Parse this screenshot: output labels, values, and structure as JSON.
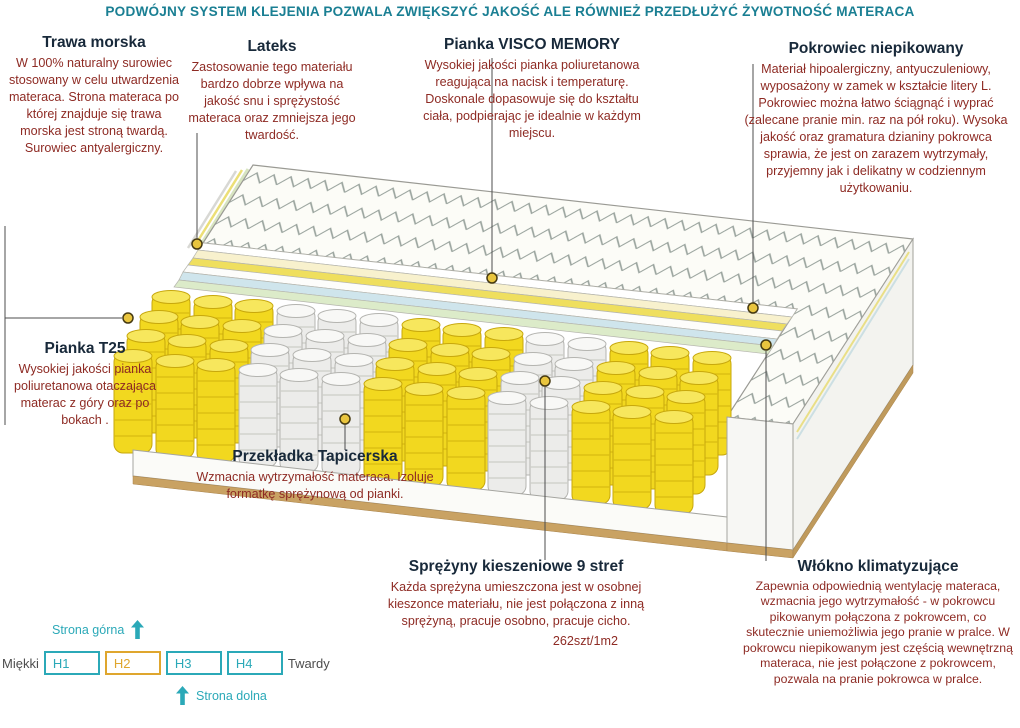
{
  "banner": "PODWÓJNY SYSTEM KLEJENIA POZWALA ZWIĘKSZYĆ JAKOŚĆ ALE RÓWNIEŻ PRZEDŁUŻYĆ ŻYWOTNOŚĆ MATERACA",
  "annotations": {
    "trawa_morska": {
      "title": "Trawa morska",
      "body": "W 100% naturalny surowiec stosowany w celu utwardzenia materaca. Strona materaca po której znajduje się trawa morska jest stroną twardą. Surowiec antyalergiczny."
    },
    "lateks": {
      "title": "Lateks",
      "body": "Zastosowanie tego materiału bardzo dobrze wpływa na jakość snu i sprężystość materaca oraz zmniejsza jego twardość."
    },
    "pianka_visco": {
      "title": "Pianka VISCO MEMORY",
      "body": "Wysokiej jakości pianka poliuretanowa reagująca na nacisk i temperaturę. Doskonale dopasowuje się do kształtu ciała, podpierając je idealnie w każdym miejscu."
    },
    "pokrowiec": {
      "title": "Pokrowiec niepikowany",
      "body": "Materiał hipoalergiczny, antyuczuleniowy, wyposażony w zamek w kształcie litery L. Pokrowiec można łatwo ściągnąć i wyprać (zalecane pranie min.  raz na pół roku). Wysoka jakość oraz gramatura dzianiny pokrowca sprawia, że jest on zarazem wytrzymały, przyjemny jak i delikatny w codziennym użytkowaniu."
    },
    "pianka_t25": {
      "title": "Pianka T25",
      "body": "Wysokiej jakości pianka poliuretanowa otaczająca materac z góry oraz po bokach ."
    },
    "przekladka": {
      "title": "Przekładka Tapicerska",
      "body": "Wzmacnia wytrzymałość materaca. Izoluje formatkę sprężynową od pianki."
    },
    "sprezyny": {
      "title": "Sprężyny kieszeniowe 9 stref",
      "body": "Każda sprężyna umieszczona jest w osobnej kieszonce materiału, nie jest połączona z inną sprężyną, pracuje osobno, pracuje cicho.",
      "note": "262szt/1m2"
    },
    "wlokno": {
      "title": "Włókno klimatyzujące",
      "body": "Zapewnia odpowiednią wentylację materaca, wzmacnia jego wytrzymałość - w pokrowcu pikowanym połączona z pokrowcem, co skutecznie uniemożliwia jego pranie w pralce. W pokrowcu niepikowanym jest częścią wewnętrzną materaca, nie jest połączone z pokrowcem, pozwala na pranie pokrowca w pralce."
    }
  },
  "hardness_scale": {
    "soft_label": "Miękki",
    "hard_label": "Twardy",
    "levels": [
      {
        "label": "H1",
        "color": "#2ba9b8",
        "active": false
      },
      {
        "label": "H2",
        "color": "#dfa62e",
        "active": true
      },
      {
        "label": "H3",
        "color": "#2ba9b8",
        "active": false
      },
      {
        "label": "H4",
        "color": "#2ba9b8",
        "active": false
      }
    ],
    "top_side_label": "Strona górna",
    "bottom_side_label": "Strona dolna"
  },
  "colors": {
    "banner_text": "#1a7f93",
    "heading_text": "#18293a",
    "body_text": "#8e2b24",
    "accent_teal": "#2ba9b8",
    "accent_orange": "#dfa62e",
    "marker_dot": "#e9c53e",
    "spring_yellow": "#f2d81f",
    "spring_white": "#ececea",
    "base_tan": "#c9a263"
  }
}
